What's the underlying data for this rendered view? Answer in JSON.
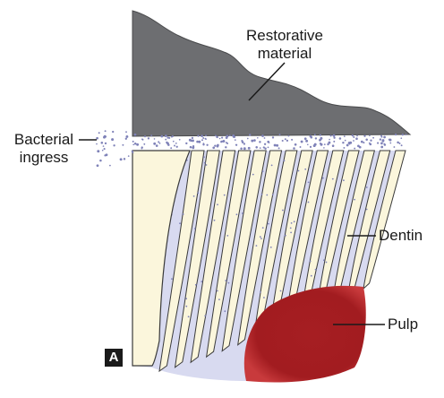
{
  "labels": {
    "restorative_line1": "Restorative",
    "restorative_line2": "material",
    "bacterial_line1": "Bacterial",
    "bacterial_line2": "ingress",
    "dentin": "Dentin",
    "pulp": "Pulp",
    "panel_letter": "A"
  },
  "colors": {
    "restorative": "#6d6e71",
    "dentin": "#fbf6dc",
    "tubule_shadow": "#c9cbe6",
    "bacteria": "#7f82b8",
    "pulp": "#a61e22",
    "outline": "#3a3a3a"
  }
}
